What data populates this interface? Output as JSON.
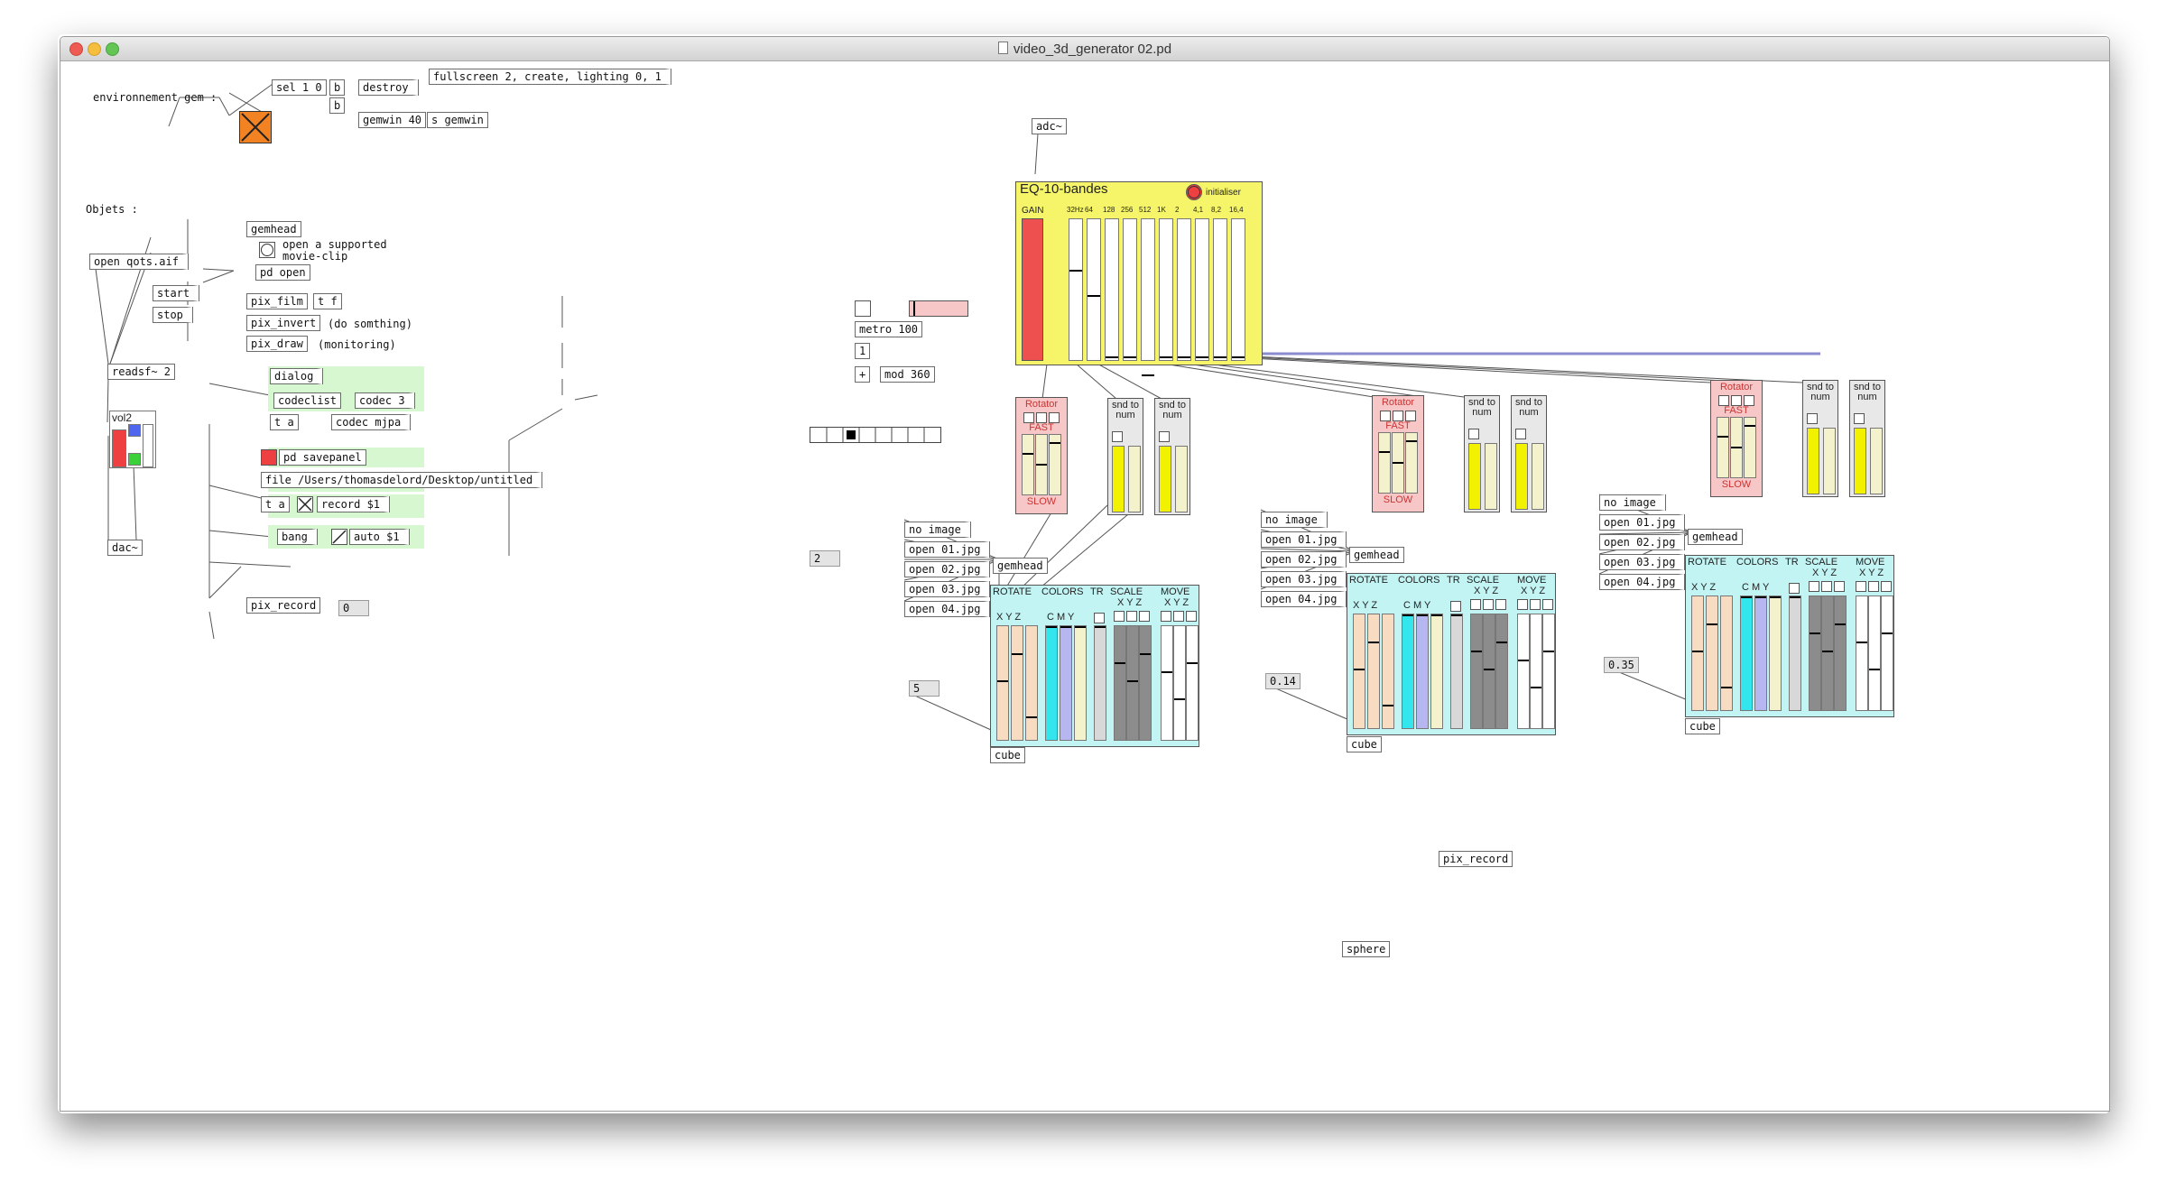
{
  "window": {
    "title": "video_3d_generator 02.pd"
  },
  "gem_section": {
    "label": "environnement gem :",
    "sel": "sel 1 0",
    "b1": "b",
    "b2": "b",
    "destroy": "destroy",
    "create_msg": "fullscreen 2, create, lighting 0, 1",
    "gemwin": "gemwin 40",
    "s_gemwin": "s gemwin"
  },
  "objets": {
    "label": "Objets :",
    "open_qots": "open qots.aif",
    "start": "start",
    "stop": "stop",
    "readsf": "readsf~ 2",
    "vol": "vol2",
    "dac": "dac~"
  },
  "film": {
    "gemhead": "gemhead",
    "open_comment": "open a supported movie-clip",
    "pd_open": "pd open",
    "pix_film": "pix_film",
    "t_f": "t f",
    "pix_invert": "pix_invert",
    "do_comment": "(do somthing)",
    "pix_draw": "pix_draw",
    "monitor_comment": "(monitoring)"
  },
  "record": {
    "dialog": "dialog",
    "codeclist": "codeclist",
    "codec3": "codec 3",
    "t_a1": "t a",
    "codec_mjpa": "codec mjpa",
    "pd_savepanel": "pd savepanel",
    "file_msg": "file /Users/thomasdelord/Desktop/untitled",
    "t_a2": "t a",
    "record_msg": "record $1",
    "bang": "bang",
    "auto_msg": "auto $1",
    "pix_record": "pix_record",
    "num": "0"
  },
  "metro_section": {
    "metro": "metro 100",
    "one": "1",
    "plus": "+",
    "mod": "mod 360",
    "num": "2"
  },
  "adc": "adc~",
  "eq": {
    "title": "EQ-10-bandes",
    "init_label": "initialiser",
    "gain": "GAIN",
    "bands": [
      "32Hz",
      "64",
      "128",
      "256",
      "512",
      "1K",
      "2",
      "4,1",
      "8,2",
      "16,4"
    ]
  },
  "modules": [
    {
      "images": [
        "no image",
        "open 01.jpg",
        "open 02.jpg",
        "open 03.jpg",
        "open 04.jpg"
      ],
      "gemhead": "gemhead",
      "num": "5",
      "cube": "cube"
    },
    {
      "images": [
        "no image",
        "open 01.jpg",
        "open 02.jpg",
        "open 03.jpg",
        "open 04.jpg"
      ],
      "gemhead": "gemhead",
      "num": "0.14",
      "cube": "cube"
    },
    {
      "images": [
        "no image",
        "open 01.jpg",
        "open 02.jpg",
        "open 03.jpg",
        "open 04.jpg"
      ],
      "gemhead": "gemhead",
      "num": "0.35",
      "cube": "cube"
    }
  ],
  "panel_labels": {
    "rotate": "ROTATE",
    "colors": "COLORS",
    "tr": "TR",
    "scale": "SCALE",
    "move": "MOVE",
    "xyz": "X Y Z",
    "cmy": "C M Y"
  },
  "rotator_labels": {
    "title": "Rotator",
    "fast": "FAST",
    "slow": "SLOW"
  },
  "snd_label": "snd to num",
  "loose": {
    "pix_record": "pix_record",
    "sphere": "sphere"
  },
  "colors": {
    "eq_bg": "#f6f56a",
    "rotator_bg": "#f7c7c7",
    "panel_bg": "#c2f4f4",
    "green_bg": "#d6f7cf",
    "toggle_orange": "#f28222",
    "gain_red": "#ee5050",
    "yellow_slider": "#f2f200",
    "peach": "#f8dcc2",
    "cyan": "#33e6ee",
    "lavender": "#b6b6f0",
    "cream": "#f3f2cc"
  }
}
